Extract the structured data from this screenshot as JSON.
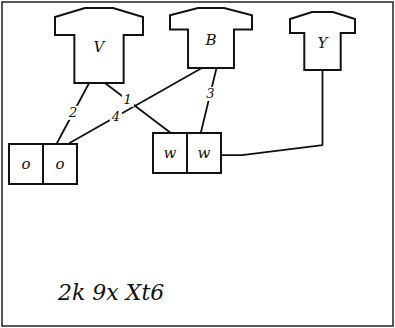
{
  "diagram": {
    "nodes": [
      {
        "text": [
          "V"
        ]
      },
      {
        "text": [
          "B"
        ]
      },
      {
        "text": [
          "Y"
        ]
      },
      {
        "text": [
          "o",
          "o"
        ]
      },
      {
        "text": [
          "w",
          "w"
        ]
      }
    ],
    "edges": [
      {
        "from": 0,
        "to": 3,
        "arrow": "none",
        "label": "2"
      },
      {
        "from": 0,
        "to": 4,
        "arrow": "none",
        "label": "1"
      },
      {
        "from": 1,
        "to": 3,
        "arrow": "none",
        "label": "4"
      },
      {
        "from": 1,
        "to": 4,
        "arrow": "none",
        "label": "3"
      },
      {
        "from": 2,
        "to": 4,
        "arrow": "none"
      }
    ],
    "labels": [
      "2k 9x Xt6"
    ]
  }
}
